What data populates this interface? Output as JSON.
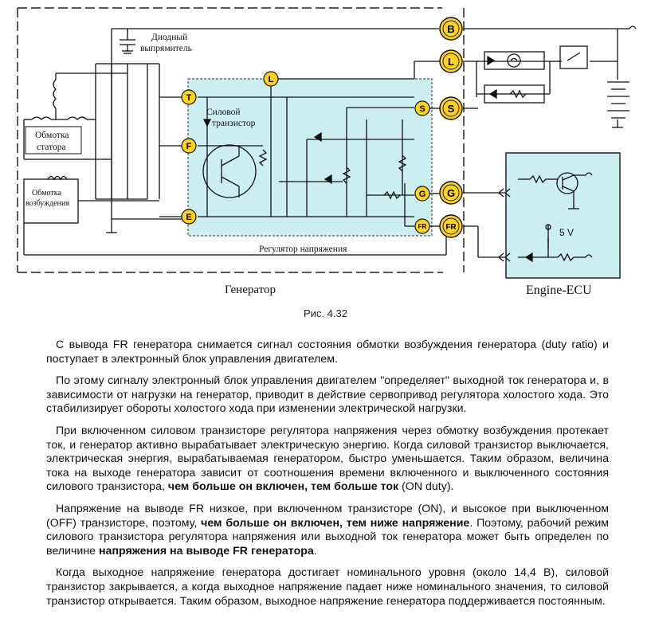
{
  "figure": {
    "labels": {
      "diode_rectifier": [
        "Диодный",
        "выпрямитель"
      ],
      "stator_winding": [
        "Обмотка",
        "статора"
      ],
      "field_winding": [
        "Обмотка",
        "возбуждения"
      ],
      "power_transistor": [
        "Силовой",
        "транзистор"
      ],
      "voltage_regulator": "Регулятор напряжения",
      "generator": "Генератор",
      "engine_ecu": "Engine-ECU",
      "five_volt": "5 V"
    },
    "terminals": {
      "B": "B",
      "L_out": "L",
      "S_out": "S",
      "G_out": "G",
      "FR_out": "FR",
      "L_in": "L",
      "T": "T",
      "F": "F",
      "E": "E",
      "S_in": "S",
      "G_in": "G",
      "FR_in": "FR"
    },
    "colors": {
      "regulator_fill": "#cdeef1",
      "ecu_fill": "#cdeef1",
      "terminal_fill": "#ffd21f"
    }
  },
  "caption": "Рис. 4.32",
  "paragraphs": [
    [
      {
        "t": "С вывода FR генератора снимается сигнал состояния обмотки возбуждения генератора (duty ratio) и поступает в электронный блок управления двигателем."
      }
    ],
    [
      {
        "t": "По этому сигналу электронный блок управления двигателем \"определяет\" выходной ток генератора и, в зависимости от нагрузки на генератор, приводит в действие сервопривод регулятора холостого хода. Это стабилизирует обороты холостого хода при изменении электрической нагрузки."
      }
    ],
    [
      {
        "t": "При включенном силовом транзисторе регулятора напряжения через обмотку возбуждения протекает ток, и генератор активно вырабатывает электрическую энергию. Когда силовой транзистор выключается, электрическая энергия, вырабатываемая генератором, быстро уменьшается. Таким образом, величина тока на выходе генератора зависит от соотношения времени включенного и выключенного состояния силового транзистора, "
      },
      {
        "t": "чем больше он включен, тем больше ток",
        "b": true
      },
      {
        "t": " (ON duty)."
      }
    ],
    [
      {
        "t": "Напряжение на выводе FR низкое, при включенном транзисторе (ON), и высокое при выключенном (OFF) транзисторе, поэтому, "
      },
      {
        "t": "чем больше он включен, тем ниже напряжение",
        "b": true
      },
      {
        "t": ". Поэтому, рабочий режим силового транзистора регулятора напряжения или выходной ток генератора может быть определен по величине "
      },
      {
        "t": "напряжения на выводе FR генератора",
        "b": true
      },
      {
        "t": "."
      }
    ],
    [
      {
        "t": "Когда выходное напряжение генератора достигает номинального уровня   (около 14,4 В), силовой транзистор закрывается, а когда выходное напряжение падает ниже номинального значения, то силовой транзистор открывается. Таким образом,   выходное напряжение генератора поддерживается постоянным."
      }
    ]
  ]
}
